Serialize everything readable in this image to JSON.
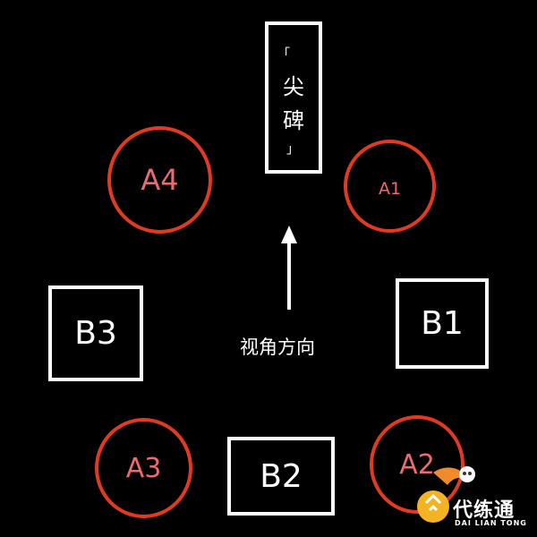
{
  "stele": {
    "top_bracket": "「",
    "text_line1": "尖",
    "text_line2": "碑",
    "bottom_bracket": "」"
  },
  "circles": {
    "a1": "A1",
    "a2": "A2",
    "a3": "A3",
    "a4": "A4"
  },
  "squares": {
    "b1": "B1",
    "b2": "B2",
    "b3": "B3"
  },
  "view_direction_label": "视角方向",
  "watermark": {
    "title": "代练通",
    "subtitle": "DAI LIAN TONG"
  },
  "colors": {
    "background": "#000000",
    "circle_stroke": "#e03a22",
    "circle_text": "#ee6a6f",
    "square_stroke": "#ffffff",
    "arrow": "#ffffff"
  }
}
